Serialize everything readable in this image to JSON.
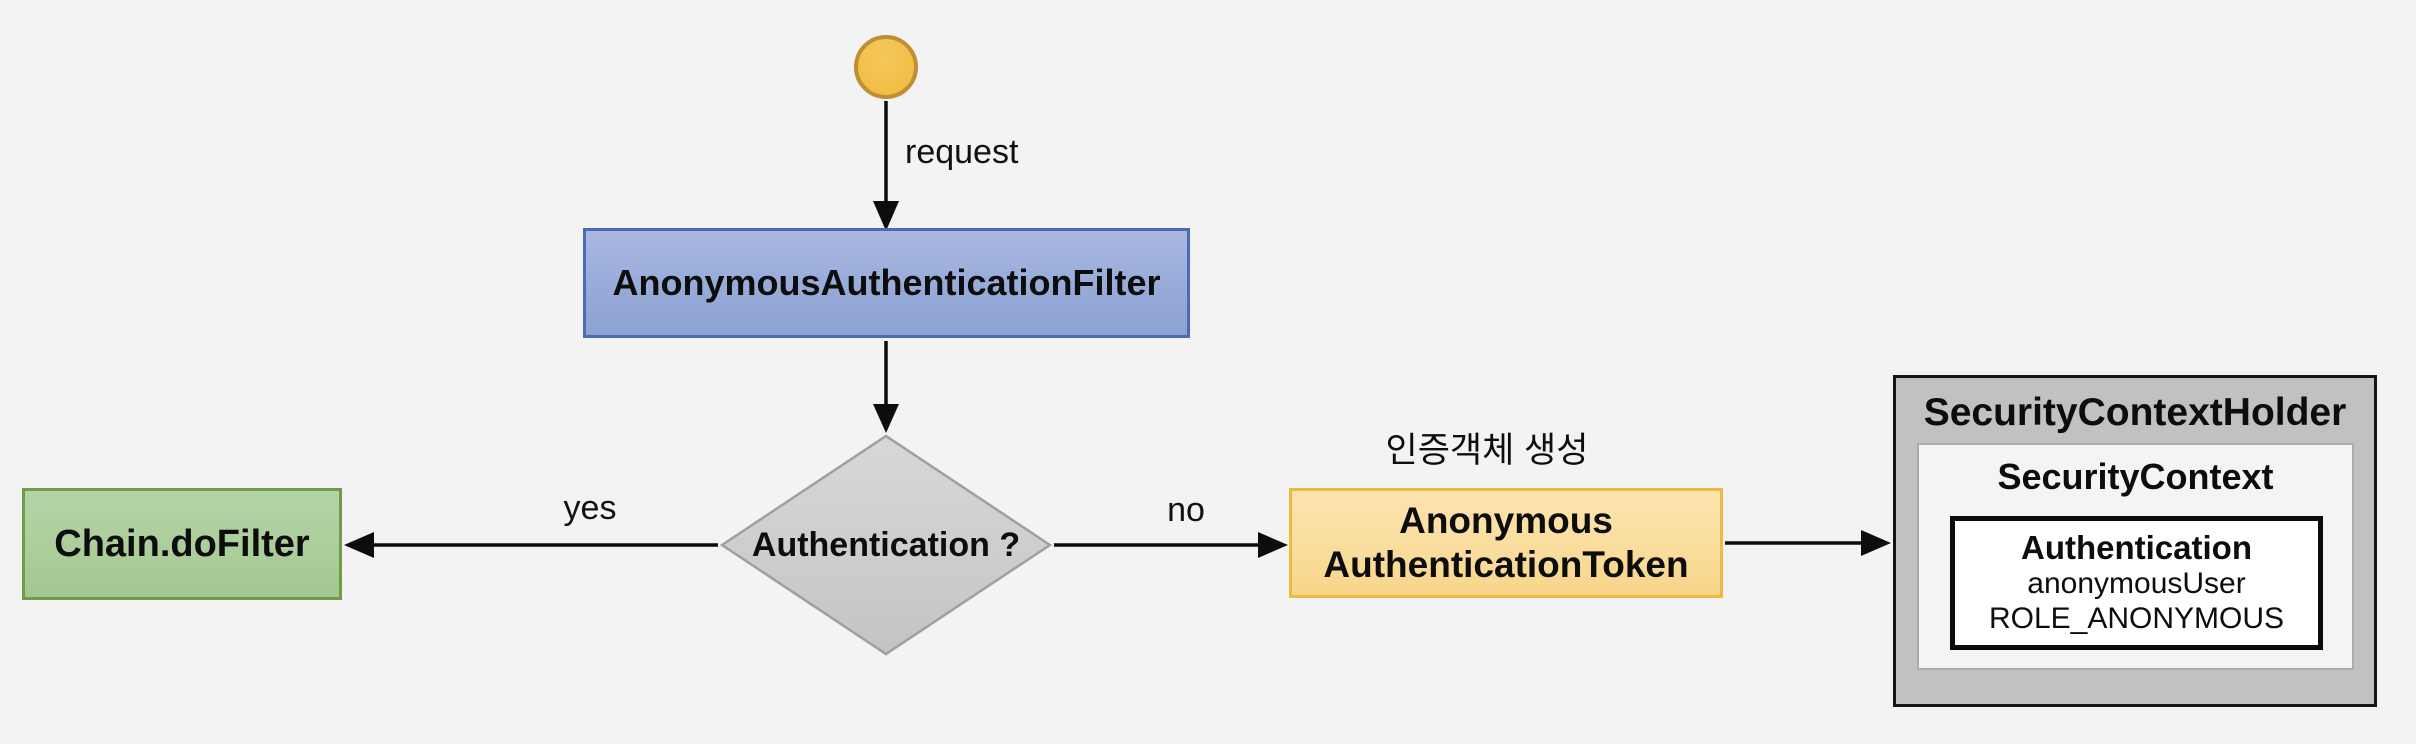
{
  "colors": {
    "background": "#f3f3f3",
    "start_fill": "#f2c04a",
    "start_border": "#be9036",
    "filter_fill": "#97abd9",
    "filter_border": "#4b6bb4",
    "decision_fill": "#cdcdcd",
    "decision_border": "#9f9f9f",
    "chain_fill": "#abce9b",
    "chain_border": "#6f9c49",
    "token_fill": "#fadd9e",
    "token_border": "#efba41",
    "holder_fill": "#c1c1c1",
    "holder_border": "#141414",
    "context_fill": "#f4f4f4",
    "context_border": "#acacac",
    "auth_fill": "#ffffff",
    "auth_border": "#0a0a0a",
    "arrow": "#0d0d0d"
  },
  "nodes": {
    "filter": {
      "label": "AnonymousAuthenticationFilter"
    },
    "decision": {
      "label": "Authentication ?"
    },
    "chain": {
      "label": "Chain.doFilter"
    },
    "token": {
      "line1": "Anonymous",
      "line2": "AuthenticationToken",
      "annotation": "인증객체 생성"
    },
    "holder": {
      "title": "SecurityContextHolder",
      "context": {
        "title": "SecurityContext",
        "auth": {
          "title": "Authentication",
          "principal": "anonymousUser",
          "role": "ROLE_ANONYMOUS"
        }
      }
    }
  },
  "edges": {
    "request": {
      "label": "request"
    },
    "yes": {
      "label": "yes"
    },
    "no": {
      "label": "no"
    }
  }
}
